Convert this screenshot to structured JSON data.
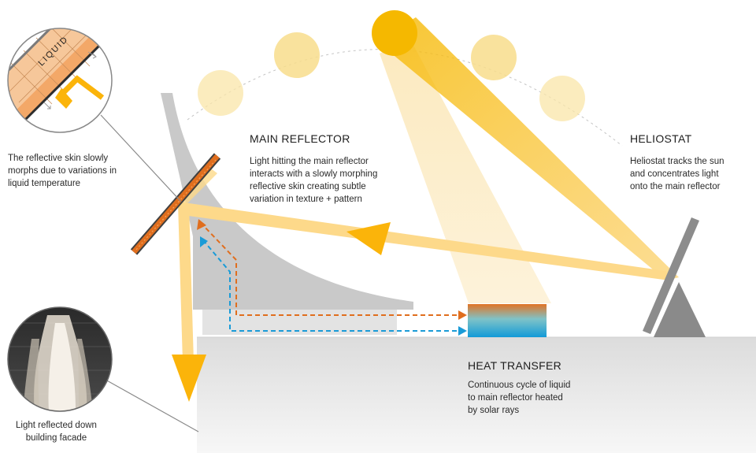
{
  "sections": {
    "main_reflector": {
      "title": "MAIN REFLECTOR",
      "lines": [
        "Light hitting the main reflector",
        "interacts with a slowly morphing",
        "reflective skin creating subtle",
        "variation in texture + pattern"
      ]
    },
    "heliostat": {
      "title": "HELIOSTAT",
      "lines": [
        "Heliostat tracks the sun",
        "and concentrates light",
        "onto the main reflector"
      ]
    },
    "heat_transfer": {
      "title": "HEAT TRANSFER",
      "lines": [
        "Continuous cycle of liquid",
        "to main reflector heated",
        "by solar rays"
      ]
    }
  },
  "callouts": {
    "skin": {
      "lines": [
        "The reflective skin slowly",
        "morphs due to variations in",
        "liquid temperature"
      ],
      "inset_label": "LIQUID"
    },
    "facade": {
      "lines": [
        "Light reflected down",
        "building facade"
      ]
    }
  },
  "colors": {
    "sun": "#f5b800",
    "sun_faded": "#f9e6a8",
    "light_beam": "#fdd98a",
    "arrow": "#fbb40a",
    "reflector_gray": "#c8c8c8",
    "ground": "#e4e4e4",
    "heliostat_gray": "#8a8a8a",
    "hot_orange": "#e06e1e",
    "cool_blue": "#1a9bd7"
  }
}
